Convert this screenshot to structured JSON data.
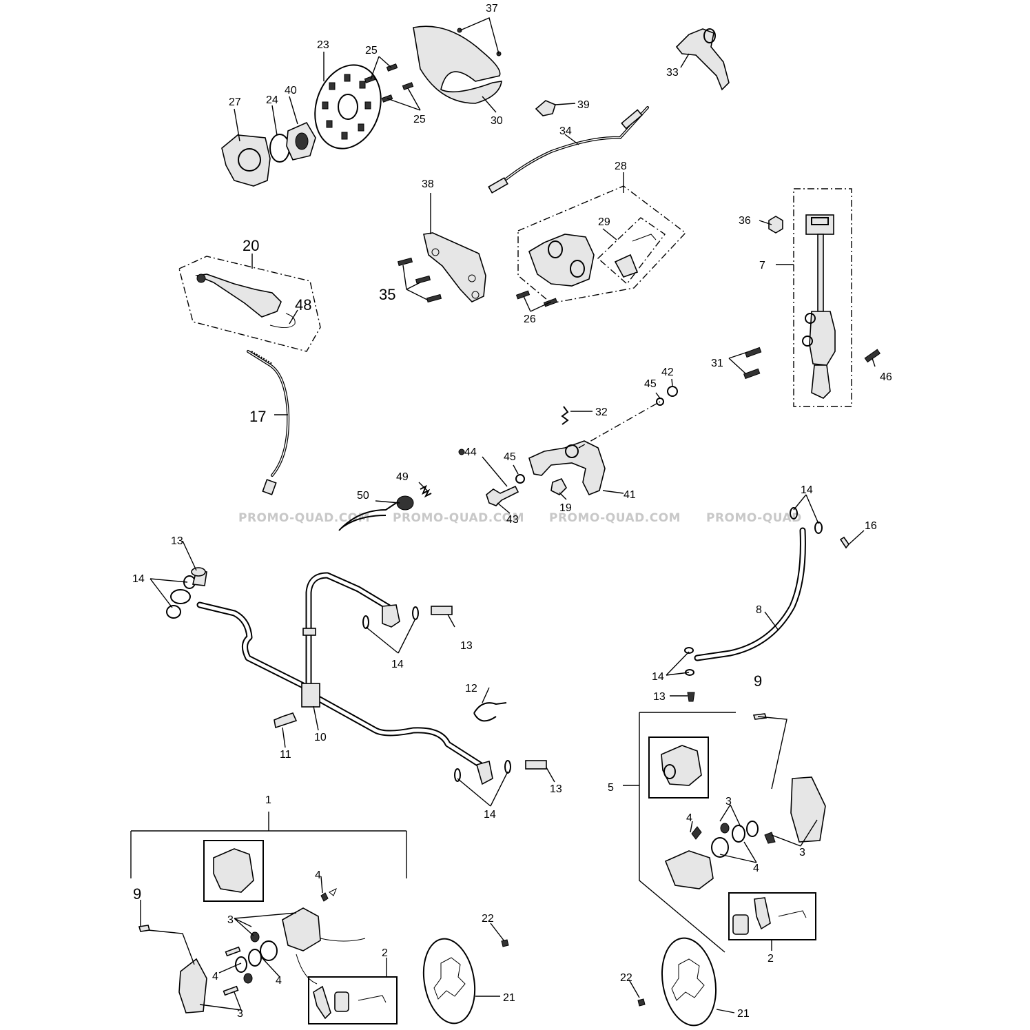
{
  "watermarks": [
    "PROMO-QUAD.COM",
    "PROMO-QUAD.COM",
    "PROMO-QUAD.COM",
    "PROMO-QUAD"
  ],
  "callouts": {
    "c37": "37",
    "c23": "23",
    "c25a": "25",
    "c25b": "25",
    "c27": "27",
    "c24": "24",
    "c40": "40",
    "c30": "30",
    "c33": "33",
    "c39": "39",
    "c34": "34",
    "c28": "28",
    "c29": "29",
    "c26": "26",
    "c38": "38",
    "c35": "35",
    "c20": "20",
    "c48": "48",
    "c17": "17",
    "c36": "36",
    "c7": "7",
    "c31": "31",
    "c46": "46",
    "c42": "42",
    "c45a": "45",
    "c32": "32",
    "c44": "44",
    "c45b": "45",
    "c41": "41",
    "c19": "19",
    "c43": "43",
    "c49": "49",
    "c50": "50",
    "c14a": "14",
    "c16": "16",
    "c13a": "13",
    "c14b": "14",
    "c13b": "13",
    "c14c": "14",
    "c8": "8",
    "c14d": "14",
    "c12": "12",
    "c13c": "13",
    "c9a": "9",
    "c11": "11",
    "c10": "10",
    "c13d": "13",
    "c14e": "14",
    "c5": "5",
    "c3a": "3",
    "c4a": "4",
    "c3b": "3",
    "c4b": "4",
    "c1": "1",
    "c9b": "9",
    "c4c": "4",
    "c3c": "3",
    "c4d": "4",
    "c4e": "4",
    "c3d": "3",
    "c22a": "22",
    "c2a": "2",
    "c21a": "21",
    "c2b": "2",
    "c22b": "22",
    "c21b": "21"
  }
}
